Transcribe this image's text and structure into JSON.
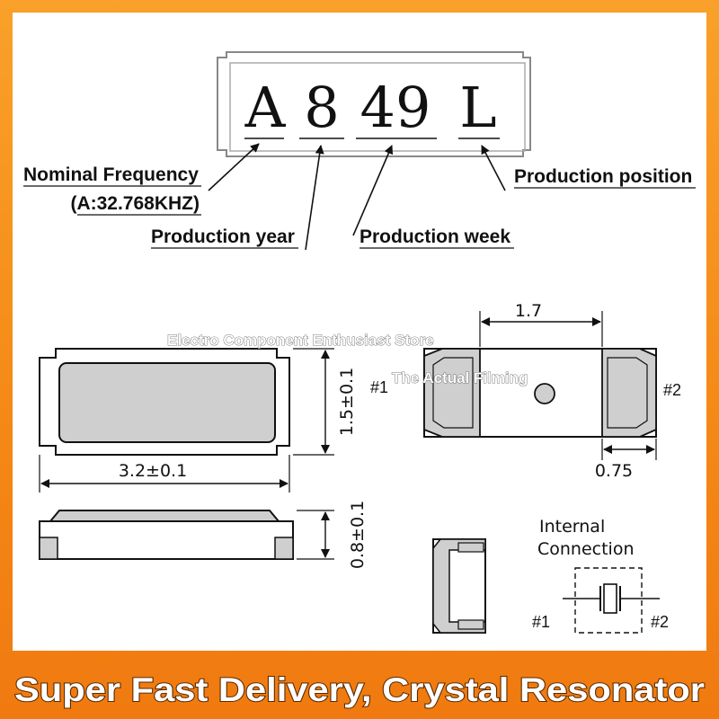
{
  "marking": {
    "char_a": "A",
    "char_8": "8",
    "char_49": "49",
    "char_l": "L"
  },
  "labels": {
    "nominal_frequency": "Nominal Frequency",
    "frequency_value": "(A:32.768KHZ)",
    "production_year": "Production year",
    "production_week": "Production week",
    "production_position": "Production position"
  },
  "dimensions": {
    "length": "3.2±0.1",
    "width": "1.5±0.1",
    "height": "0.8±0.1",
    "pad_spacing": "1.7",
    "pad_width": "0.75"
  },
  "pins": {
    "pin1": "#1",
    "pin2": "#2"
  },
  "internal": {
    "line1": "Internal",
    "line2": "Connection"
  },
  "watermark": {
    "store": "Electro Component Enthusiast Store",
    "filming": "The Actual Filming"
  },
  "banner": "Super Fast Delivery, Crystal Resonator",
  "colors": {
    "frame": "#f58a17",
    "pad_fill": "#cfcfcf",
    "lid_fill": "#e8e8e8"
  }
}
